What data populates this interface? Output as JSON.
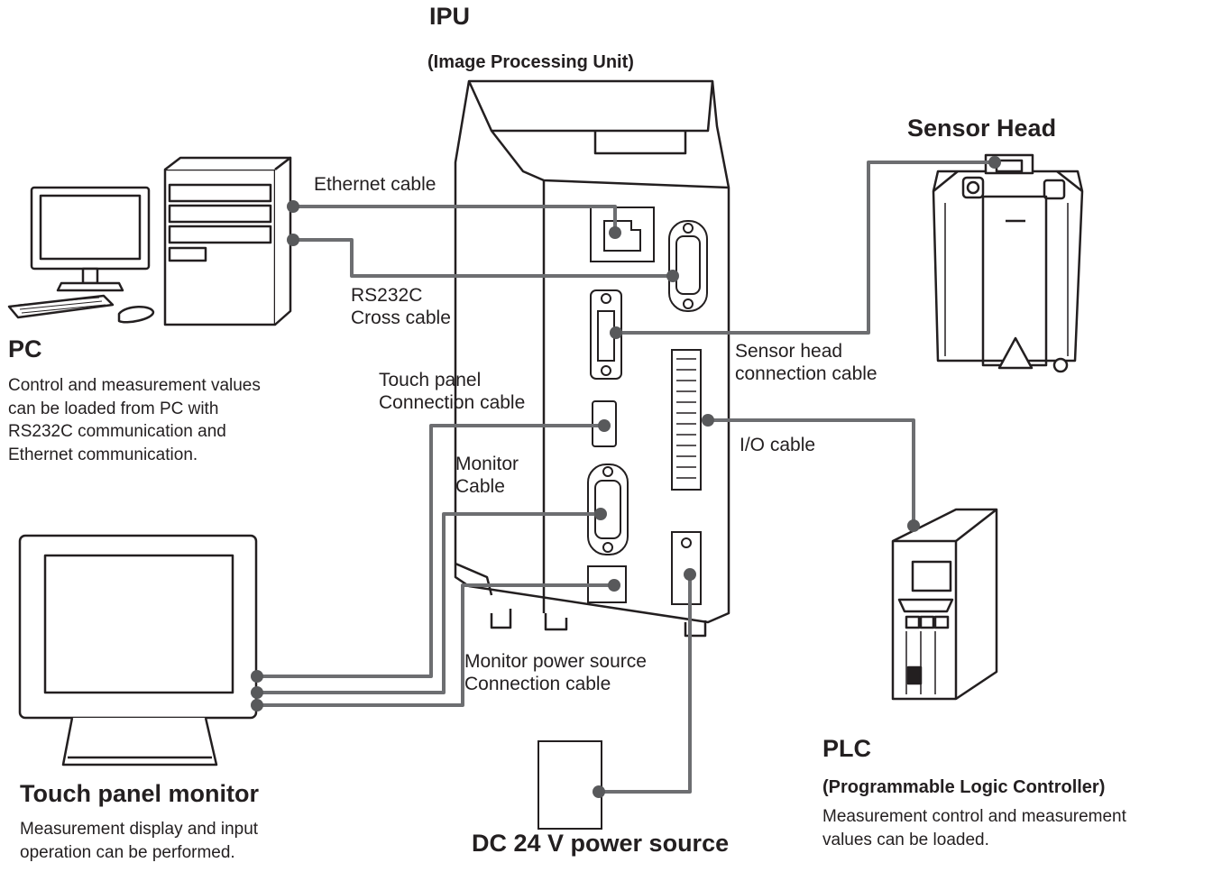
{
  "ipu": {
    "title": "IPU",
    "subtitle": "(Image Processing Unit)"
  },
  "sensor_head": {
    "title": "Sensor Head"
  },
  "pc": {
    "title": "PC",
    "description": [
      "Control and measurement values",
      "can be loaded from PC with",
      "RS232C communication and",
      "Ethernet communication."
    ]
  },
  "touch_panel_monitor": {
    "title": "Touch panel monitor",
    "description": [
      "Measurement display and input",
      "operation can be performed."
    ]
  },
  "power_source": {
    "title": "DC 24 V power source"
  },
  "plc": {
    "title": "PLC",
    "subtitle": "(Programmable Logic Controller)",
    "description": [
      "Measurement control and measurement",
      "values can be loaded."
    ]
  },
  "cables": {
    "ethernet": [
      "Ethernet cable"
    ],
    "rs232c": [
      "RS232C",
      "Cross cable"
    ],
    "sensor_head": [
      "Sensor head",
      "connection cable"
    ],
    "touch_panel": [
      "Touch panel",
      "Connection cable"
    ],
    "io": [
      "I/O cable"
    ],
    "monitor": [
      "Monitor",
      "Cable"
    ],
    "monitor_power": [
      "Monitor power source",
      "Connection cable"
    ]
  },
  "colors": {
    "line": "#231f20",
    "cable": "#6d6e71"
  }
}
